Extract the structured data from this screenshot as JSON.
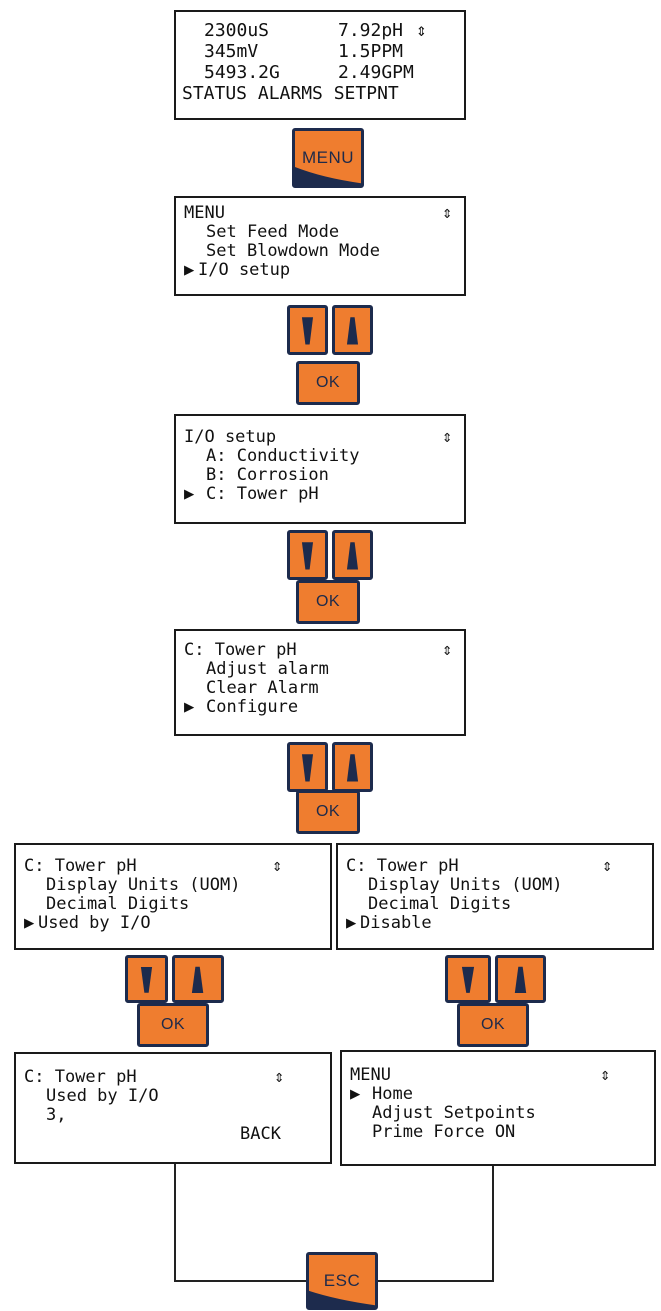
{
  "screens": {
    "status": {
      "r1l": "2300uS",
      "r1r": "7.92pH",
      "r2l": "345mV",
      "r2r": "1.5PPM",
      "r3l": "5493.2G",
      "r3r": "2.49GPM",
      "r4": "STATUS ALARMS SETPNT",
      "scroll": "⇕"
    },
    "menu1": {
      "title": "MENU",
      "scroll": "⇕",
      "items": [
        "Set Feed Mode",
        "Set Blowdown Mode",
        "I/O setup"
      ],
      "selected_marker": "▶"
    },
    "io": {
      "title": "I/O setup",
      "scroll": "⇕",
      "items": [
        "A: Conductivity",
        "B: Corrosion",
        "C: Tower pH"
      ],
      "selected_marker": "▶"
    },
    "tower": {
      "title": "C: Tower pH",
      "scroll": "⇕",
      "items": [
        "Adjust alarm",
        "Clear Alarm",
        "Configure"
      ],
      "selected_marker": "▶"
    },
    "tower_used": {
      "title": "C: Tower pH",
      "scroll": "⇕",
      "items": [
        "Display Units (UOM)",
        "Decimal Digits",
        "Used by I/O"
      ],
      "selected_marker": "▶"
    },
    "tower_disable": {
      "title": "C: Tower pH",
      "scroll": "⇕",
      "items": [
        "Display Units (UOM)",
        "Decimal Digits",
        "Disable"
      ],
      "selected_marker": "▶"
    },
    "used_detail": {
      "title": "C: Tower pH",
      "scroll": "⇕",
      "line2": "Used by I/O",
      "line3": "3,",
      "back": "BACK"
    },
    "menu_home": {
      "title": "MENU",
      "scroll": "⇕",
      "items": [
        "Home",
        "Adjust Setpoints",
        "Prime Force ON"
      ],
      "selected_marker": "▶"
    }
  },
  "buttons": {
    "menu": "MENU",
    "ok": "OK",
    "esc": "ESC"
  },
  "icons": {
    "up": "up-arrow-icon",
    "down": "down-arrow-icon"
  },
  "colors": {
    "button_orange": "#ef7d2f",
    "button_navy": "#1d2b4d"
  }
}
